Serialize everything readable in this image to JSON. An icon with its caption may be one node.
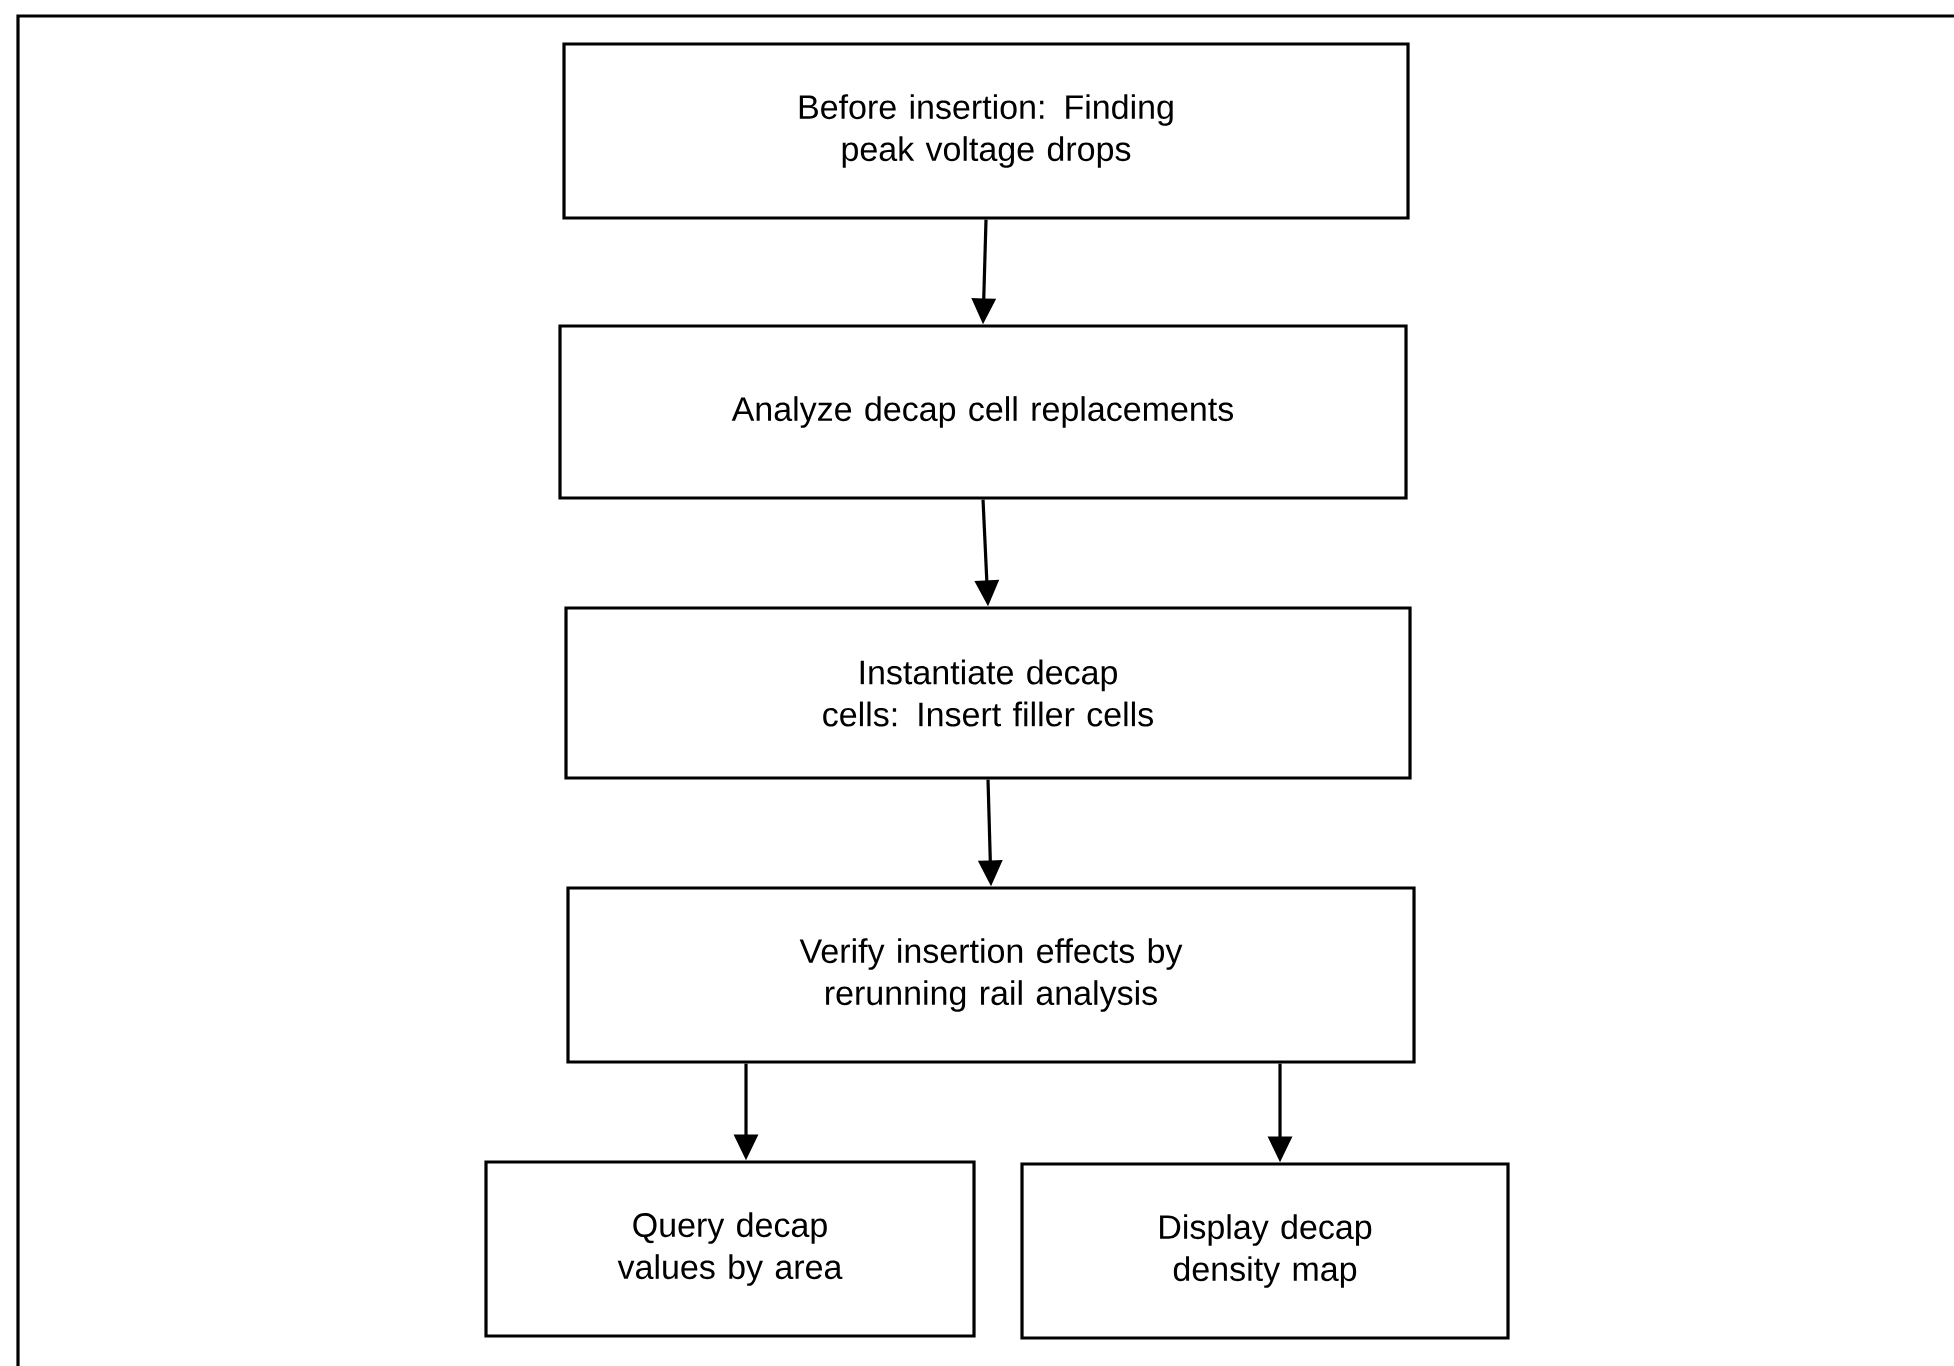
{
  "diagram": {
    "nodes": [
      {
        "text": [
          "Before insertion: Finding peak voltage drops"
        ]
      },
      {
        "text": [
          "Analyze decap cell replacements"
        ]
      },
      {
        "text": [
          "Instantiate decap cells: Insert filler cells"
        ]
      },
      {
        "text": [
          "Verify insertion effects by rerunning rail analysis"
        ]
      },
      {
        "text": [
          "Query decap values by area"
        ]
      },
      {
        "text": [
          "Display decap density map"
        ]
      }
    ],
    "edges": [
      {
        "from": 0,
        "to": 1,
        "arrow": "to"
      },
      {
        "from": 1,
        "to": 2,
        "arrow": "to"
      },
      {
        "from": 2,
        "to": 3,
        "arrow": "to"
      },
      {
        "from": 3,
        "to": 4,
        "arrow": "to"
      },
      {
        "from": 3,
        "to": 5,
        "arrow": "to"
      }
    ]
  }
}
